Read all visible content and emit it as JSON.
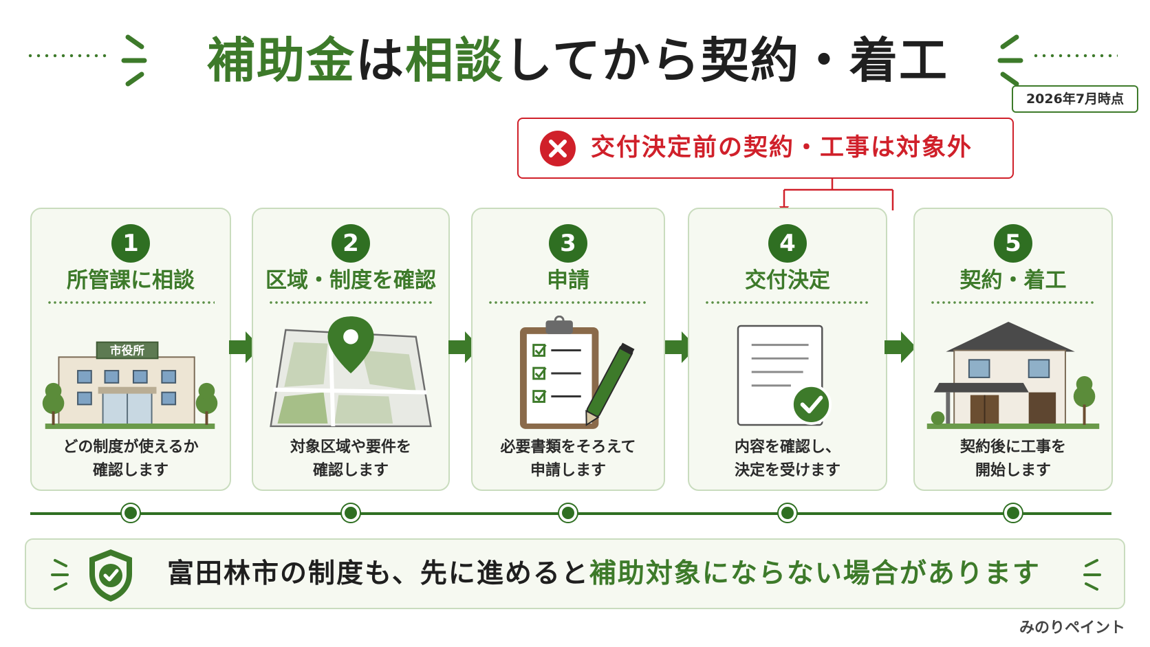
{
  "title": {
    "part1": "補助金",
    "part2": "は",
    "part3": "相談",
    "part4": "してから契約・着工"
  },
  "date_badge": "2026年7月時点",
  "warning": {
    "text": "交付決定前の契約・工事は対象外",
    "icon": "x-circle-icon",
    "color": "#d0202a"
  },
  "steps": [
    {
      "number": "1",
      "title": "所管課に相談",
      "desc_line1": "どの制度が使えるか",
      "desc_line2": "確認します",
      "icon": "city-hall-icon",
      "sign": "市役所"
    },
    {
      "number": "2",
      "title": "区域・制度を確認",
      "desc_line1": "対象区域や要件を",
      "desc_line2": "確認します",
      "icon": "map-pin-icon"
    },
    {
      "number": "3",
      "title": "申請",
      "desc_line1": "必要書類をそろえて",
      "desc_line2": "申請します",
      "icon": "clipboard-pen-icon"
    },
    {
      "number": "4",
      "title": "交付決定",
      "desc_line1": "内容を確認し、",
      "desc_line2": "決定を受けます",
      "icon": "document-check-icon"
    },
    {
      "number": "5",
      "title": "契約・着工",
      "desc_line1": "契約後に工事を",
      "desc_line2": "開始します",
      "icon": "house-icon"
    }
  ],
  "note": {
    "part1": "富田林市の制度も、先に進めると",
    "part2": "補助対象にならない場合があります",
    "icon": "shield-check-icon"
  },
  "brand": "みのりペイント",
  "colors": {
    "accent_green": "#3d7a2a",
    "dark_green": "#2f6f22",
    "warning_red": "#d0202a",
    "card_bg": "#f6f9f1"
  }
}
